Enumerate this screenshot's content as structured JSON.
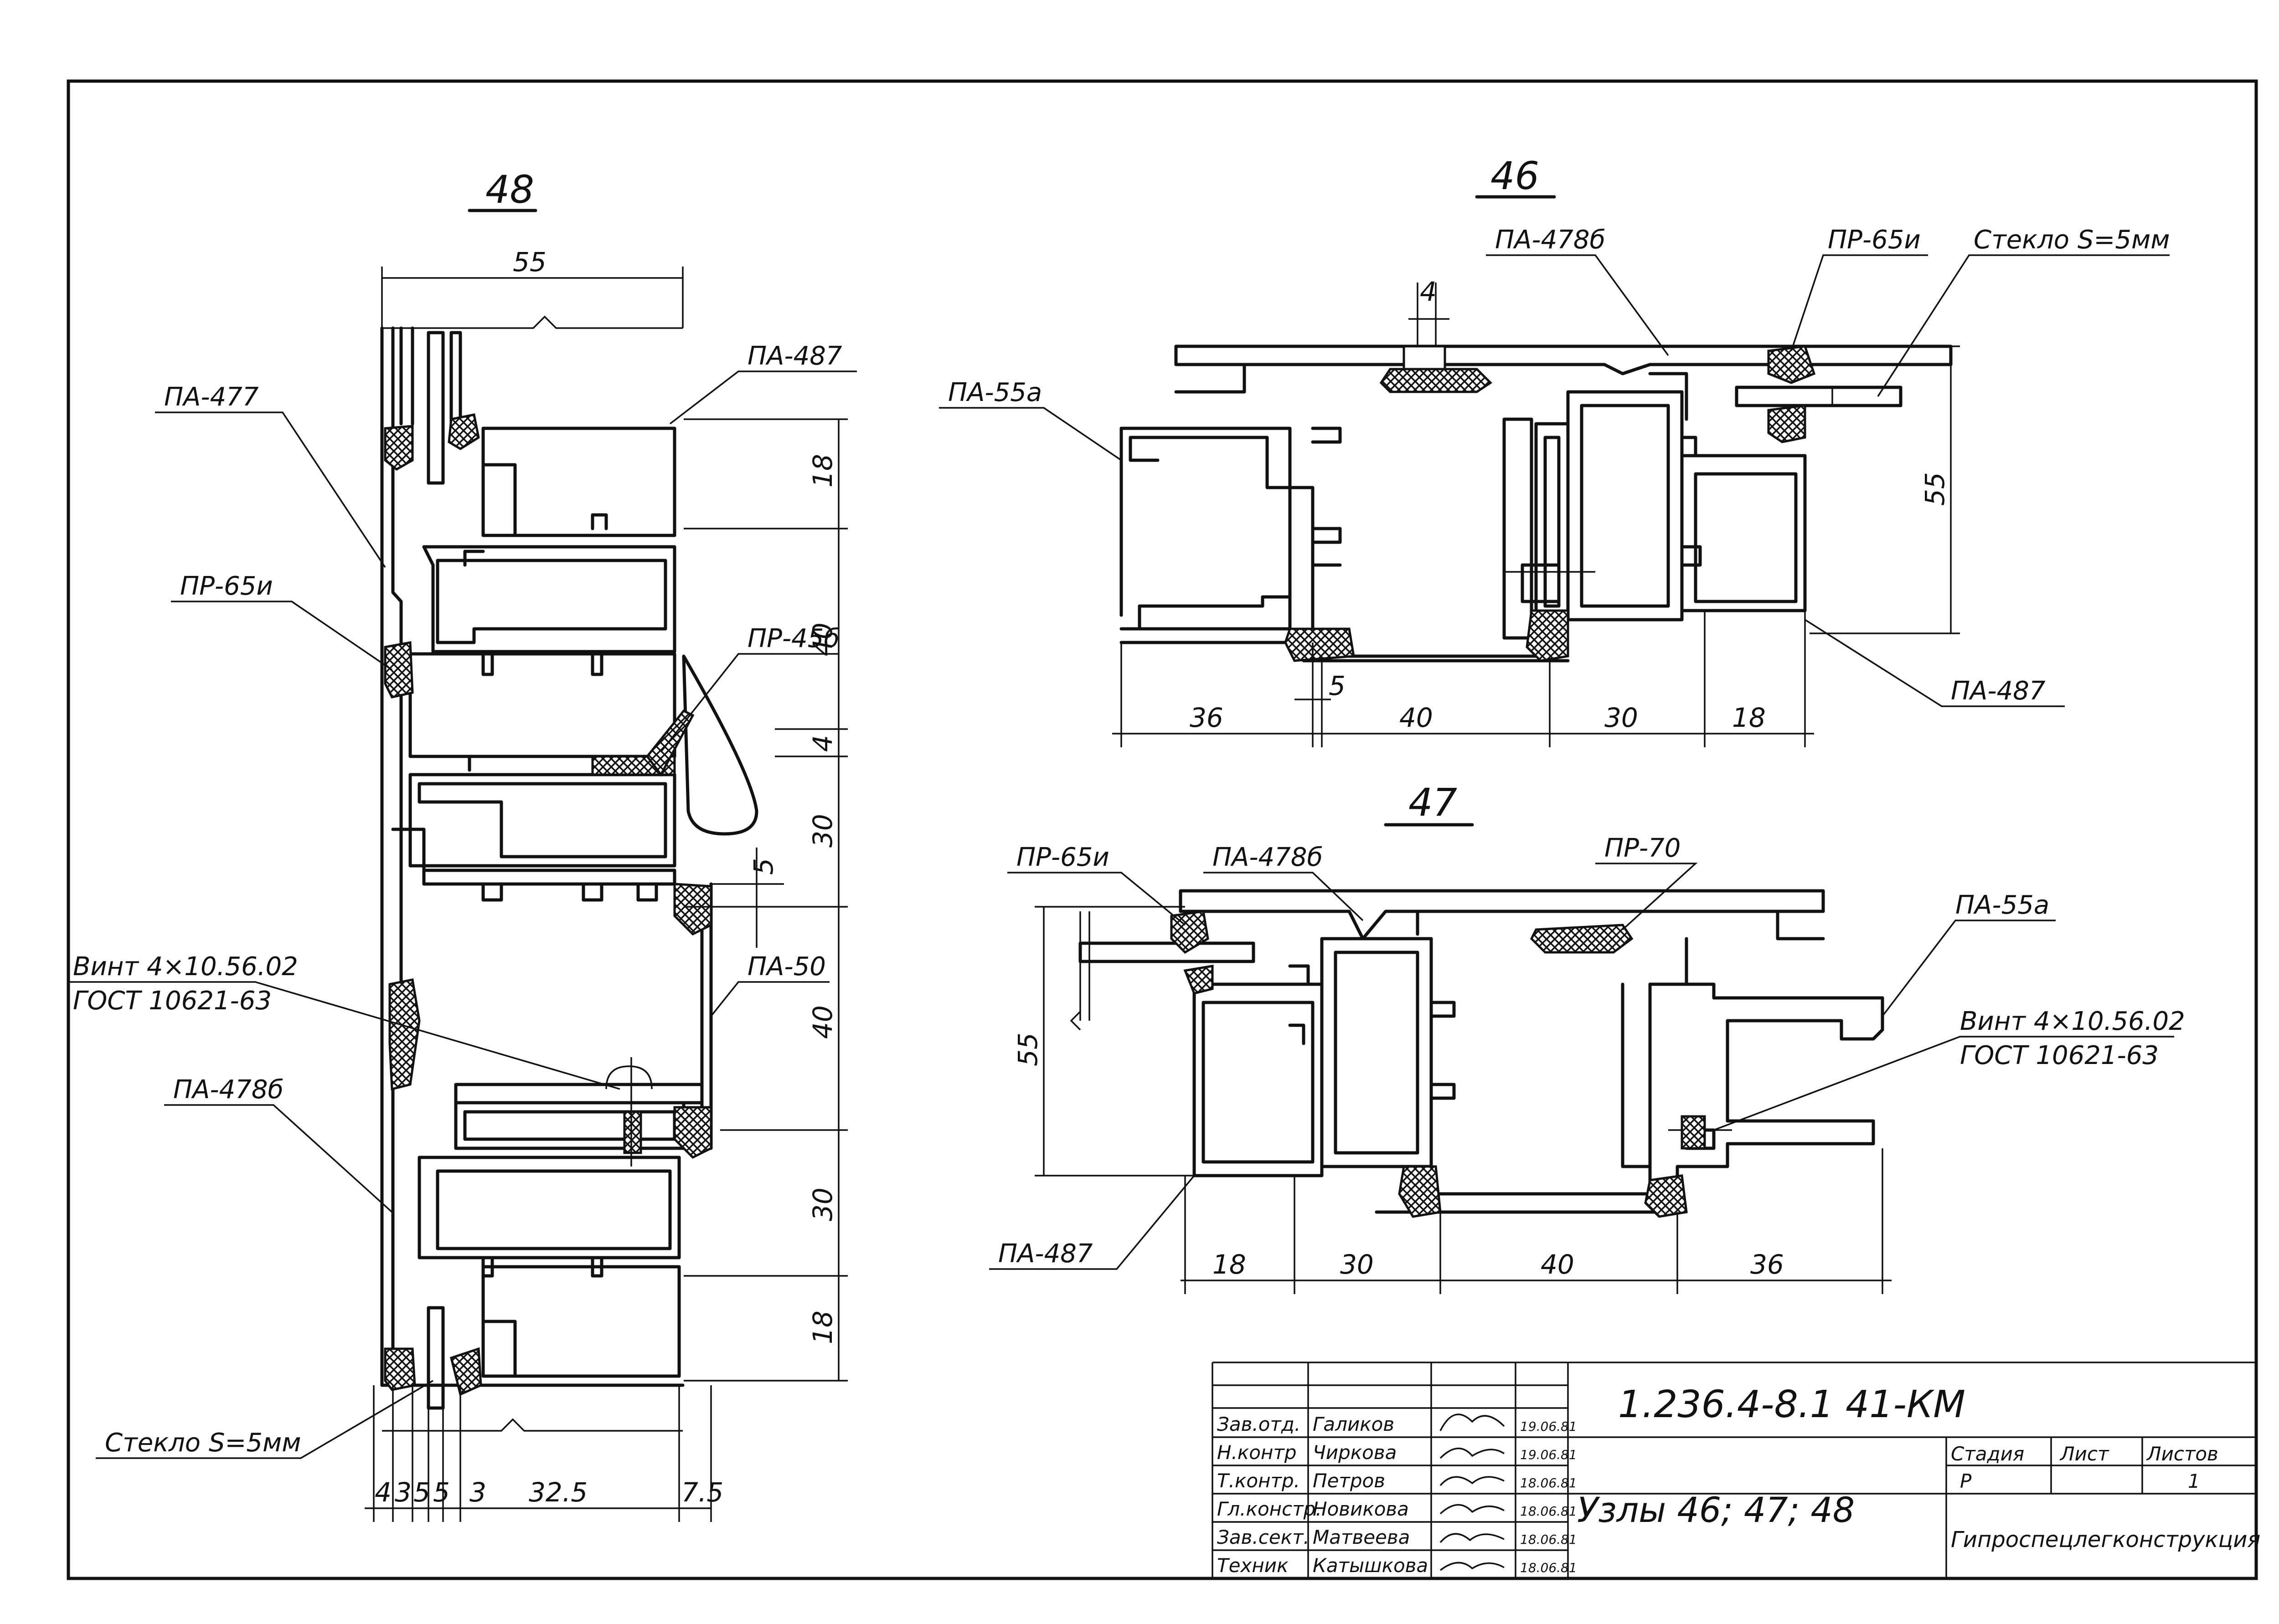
{
  "nodes": {
    "n48": {
      "title": "48",
      "width_dim": "55",
      "right_dims": [
        "18",
        "40",
        "4",
        "30",
        "40",
        "30",
        "18"
      ],
      "side_dim": "5",
      "bottom_dims": [
        "4",
        "3",
        "5",
        "5",
        "3",
        "32.5",
        "7.5"
      ],
      "labels": {
        "pa477": "ПА-477",
        "pr65i": "ПР-65и",
        "vint1": "Винт 4×10.56.02",
        "vint2": "ГОСТ 10621-63",
        "pa478b": "ПА-478б",
        "steklo": "Стекло S=5мм",
        "pa487": "ПА-487",
        "pr45b": "ПР-45б",
        "pa50": "ПА-50"
      }
    },
    "n46": {
      "title": "46",
      "top_dim": "4",
      "height_dim": "55",
      "bottom_dims": [
        "36",
        "40",
        "30",
        "18"
      ],
      "small_dim": "5",
      "labels": {
        "pa478b": "ПА-478б",
        "pr65i": "ПР-65и",
        "steklo": "Стекло S=5мм",
        "pa55a": "ПА-55а",
        "pa487": "ПА-487"
      }
    },
    "n47": {
      "title": "47",
      "height_dim": "55",
      "bottom_dims": [
        "18",
        "30",
        "40",
        "36"
      ],
      "labels": {
        "pr65i": "ПР-65и",
        "pa478b": "ПА-478б",
        "pr70": "ПР-70",
        "pa55a": "ПА-55а",
        "vint1": "Винт 4×10.56.02",
        "vint2": "ГОСТ 10621-63",
        "pa487": "ПА-487"
      }
    }
  },
  "title_block": {
    "rows": [
      {
        "role": "Зав.отд.",
        "name": "Галиков",
        "date": "19.06.81"
      },
      {
        "role": "Н.контр",
        "name": "Чиркова",
        "date": "19.06.81"
      },
      {
        "role": "Т.контр.",
        "name": "Петров",
        "date": "18.06.81"
      },
      {
        "role": "Гл.констр.",
        "name": "Новикова",
        "date": "18.06.81"
      },
      {
        "role": "Зав.сект.",
        "name": "Матвеева",
        "date": "18.06.81"
      },
      {
        "role": "Техник",
        "name": "Катышкова",
        "date": "18.06.81"
      }
    ],
    "doc_code": "1.236.4-8.1  41-КМ",
    "sheet_title": "Узлы 46; 47; 48",
    "stage_label": "Стадия",
    "sheet_label": "Лист",
    "sheets_label": "Листов",
    "stage_value": "Р",
    "sheets_value": "1",
    "organization": "Гипроспецлегконструкция"
  }
}
